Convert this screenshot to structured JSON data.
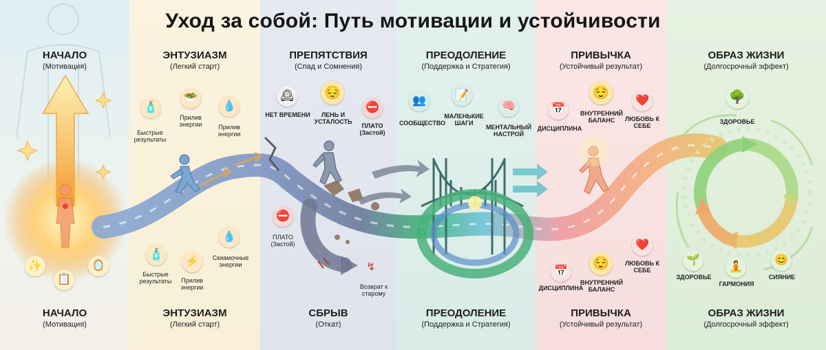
{
  "title": "Уход за собой: Путь мотивации и устойчивости",
  "top_headers": [
    {
      "title": "НАЧАЛО",
      "sub": "(Мотивация)"
    },
    {
      "title": "ЭНТУЗИАЗМ",
      "sub": "(Легкий старт)"
    },
    {
      "title": "ПРЕПЯТСТВИЯ",
      "sub": "(Спад и Сомнения)"
    },
    {
      "title": "ПРЕОДОЛЕНИЕ",
      "sub": "(Поддержка и Стратегия)"
    },
    {
      "title": "ПРИВЫЧКА",
      "sub": "(Устойчивый результат)"
    },
    {
      "title": "ОБРАЗ ЖИЗНИ",
      "sub": "(Долгосрочный эффект)"
    }
  ],
  "bottom_headers": [
    {
      "title": "НАЧАЛО",
      "sub": "(Мотивация)"
    },
    {
      "title": "ЭНТУЗИАЗМ",
      "sub": "(Легкий старт)"
    },
    {
      "title": "СБРЫВ",
      "sub": "(Откат)"
    },
    {
      "title": "ПРЕОДОЛЕНИЕ",
      "sub": "(Поддержка и Стратегия)"
    },
    {
      "title": "ПРИВЫЧКА",
      "sub": "(Устойчивый результат)"
    },
    {
      "title": "ОБРАЗ ЖИЗНИ",
      "sub": "(Долгосрочный эффект)"
    }
  ],
  "enthusiasm": {
    "top_labels": [
      "Быстрые результаты",
      "Прилив энергии",
      "Прилив энергии"
    ],
    "bottom_labels": [
      "Быстрые результаты",
      "Прилив энергии",
      "Скиамочные энергии"
    ]
  },
  "obstacles": {
    "labels": [
      "НЕТ ВРЕМЕНИ",
      "ЛЕНЬ И УСТАЛОСТЬ",
      "ПЛАТО (Застой)"
    ],
    "lower_labels": [
      "ПЛАТО (Застой)",
      "Возврат к старому"
    ]
  },
  "overcoming": {
    "labels": [
      "СООБЩЕСТВО",
      "МАЛЕНЬКИЕ ШАГИ",
      "МЕНТАЛЬНЫЙ НАСТРОЙ"
    ]
  },
  "habit": {
    "top_labels": [
      "ДИСЦИПЛИНА",
      "ВНУТРЕННИЙ БАЛАНС",
      "ЛЮБОВЬ К СЕБЕ"
    ],
    "bottom_labels": [
      "ДИСЦИПЛИНА",
      "ВНУТРЕННИЙ БАЛАНС",
      "ЛЮБОВЬ К СЕБЕ"
    ]
  },
  "lifestyle": {
    "top_label": "ЗДОРОВЬЕ",
    "bottom_labels": [
      "ЗДОРОВЬЕ",
      "ГАРМОНИЯ",
      "СИЯНИЕ"
    ]
  },
  "icons": {
    "start": [
      "sparkle-icon",
      "clipboard-icon",
      "mirror-icon"
    ],
    "enthusiasm_top": [
      "water-bottle-icon",
      "healthy-food-icon",
      "energy-drop-icon"
    ],
    "enthusiasm_bottom": [
      "water-bottle-icon",
      "lightning-icon",
      "energy-drop-icon"
    ],
    "obstacles": [
      "clock-icon",
      "tired-face-icon",
      "no-entry-icon"
    ],
    "obstacles_lower": [
      "no-entry-icon",
      "broken-arrow-icon"
    ],
    "overcoming": [
      "community-icon",
      "checklist-icon",
      "brain-icon"
    ],
    "habit_top": [
      "calendar-icon",
      "calm-face-icon",
      "heart-icon"
    ],
    "habit_bottom": [
      "calendar-icon",
      "calm-face-icon",
      "heart-icon"
    ],
    "lifestyle": [
      "tree-icon",
      "small-tree-icon",
      "meditation-icon",
      "radiant-face-icon"
    ]
  },
  "colors": {
    "path_blue": "#6c8fc0",
    "path_orange": "#f3a23a",
    "path_green": "#5fc07a",
    "path_pink": "#ef9aa0",
    "text": "#151515"
  }
}
